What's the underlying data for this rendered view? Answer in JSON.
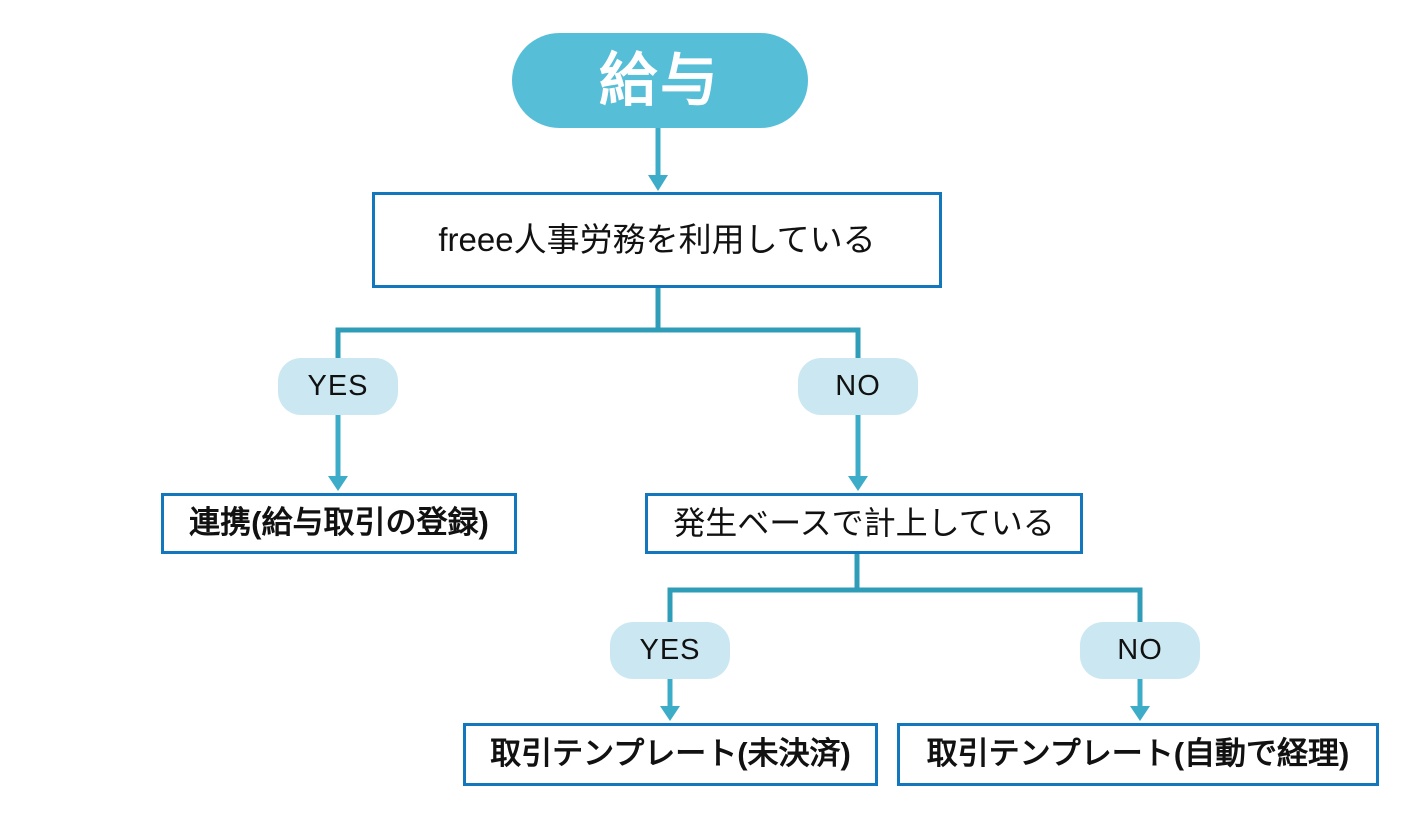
{
  "flowchart": {
    "start": {
      "label": "給与"
    },
    "q1": {
      "label": "freee人事労務を利用している"
    },
    "branch1": {
      "yes": "YES",
      "no": "NO"
    },
    "result1": {
      "label": "連携(給与取引の登録)"
    },
    "q2": {
      "label": "発生ベースで計上している"
    },
    "branch2": {
      "yes": "YES",
      "no": "NO"
    },
    "result2": {
      "label": "取引テンプレート(未決済)"
    },
    "result3": {
      "label": "取引テンプレート(自動で経理)"
    },
    "colors": {
      "start_fill": "#57BED8",
      "start_text": "#FFFFFF",
      "connector": "#2F9DB8",
      "arrow": "#3CACC8",
      "box_border": "#1377BE",
      "pill_fill": "#CBE8F2",
      "text": "#111111"
    }
  }
}
